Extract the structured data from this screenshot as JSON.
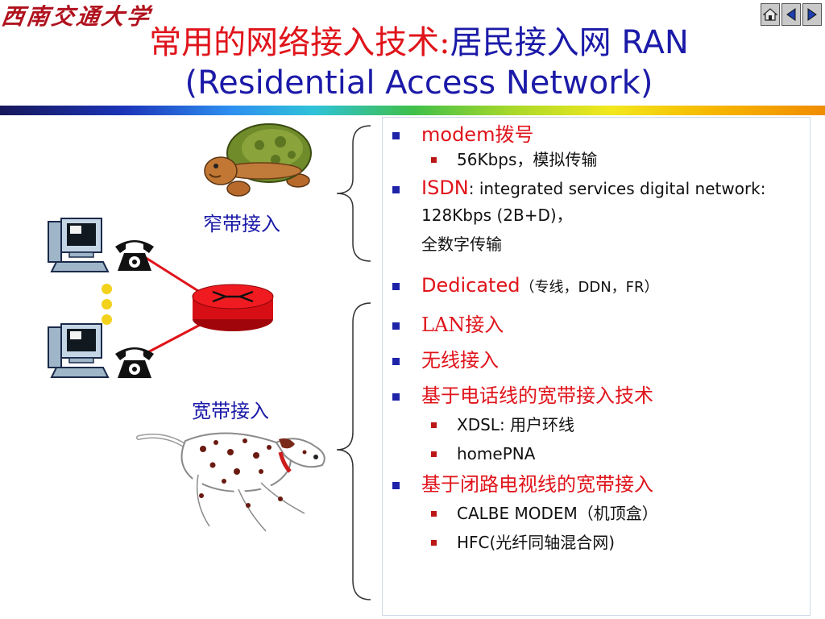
{
  "header": {
    "logo_text": "西南交通大学",
    "title_cn": "常用的网络接入技术:",
    "title_rest": "居民接入网 RAN",
    "title_line2": "(Residential Access Network)"
  },
  "nav": {
    "buttons": [
      "home-icon",
      "previous-icon",
      "next-icon"
    ]
  },
  "diagram": {
    "narrowband_label": "窄带接入",
    "broadband_label": "宽带接入"
  },
  "bullets": {
    "modem": {
      "label": "modem",
      "label_cn": "拨号",
      "sub": "56Kbps，模拟传输"
    },
    "isdn": {
      "label": "ISDN",
      "text": ": integrated services digital network: 128Kbps (2B+D)，",
      "text_cn": "全数字传输"
    },
    "dedicated": {
      "label": "Dedicated",
      "detail": "（专线，DDN，FR）"
    },
    "lan": "LAN接入",
    "wireless": "无线接入",
    "phone_line": {
      "label": "基于电话线的宽带接入技术",
      "subs": [
        "XDSL: 用户环线",
        "homePNA"
      ]
    },
    "cable": {
      "label": "基于闭路电视线的宽带接入",
      "subs": [
        "CALBE MODEM（机顶盒）",
        "HFC(光纤同轴混合网)"
      ]
    }
  },
  "colors": {
    "title_red": "#e0141b",
    "title_blue": "#1b1aa8",
    "bullet_blue": "#1f23a8",
    "bullet_red": "#bb1717"
  }
}
